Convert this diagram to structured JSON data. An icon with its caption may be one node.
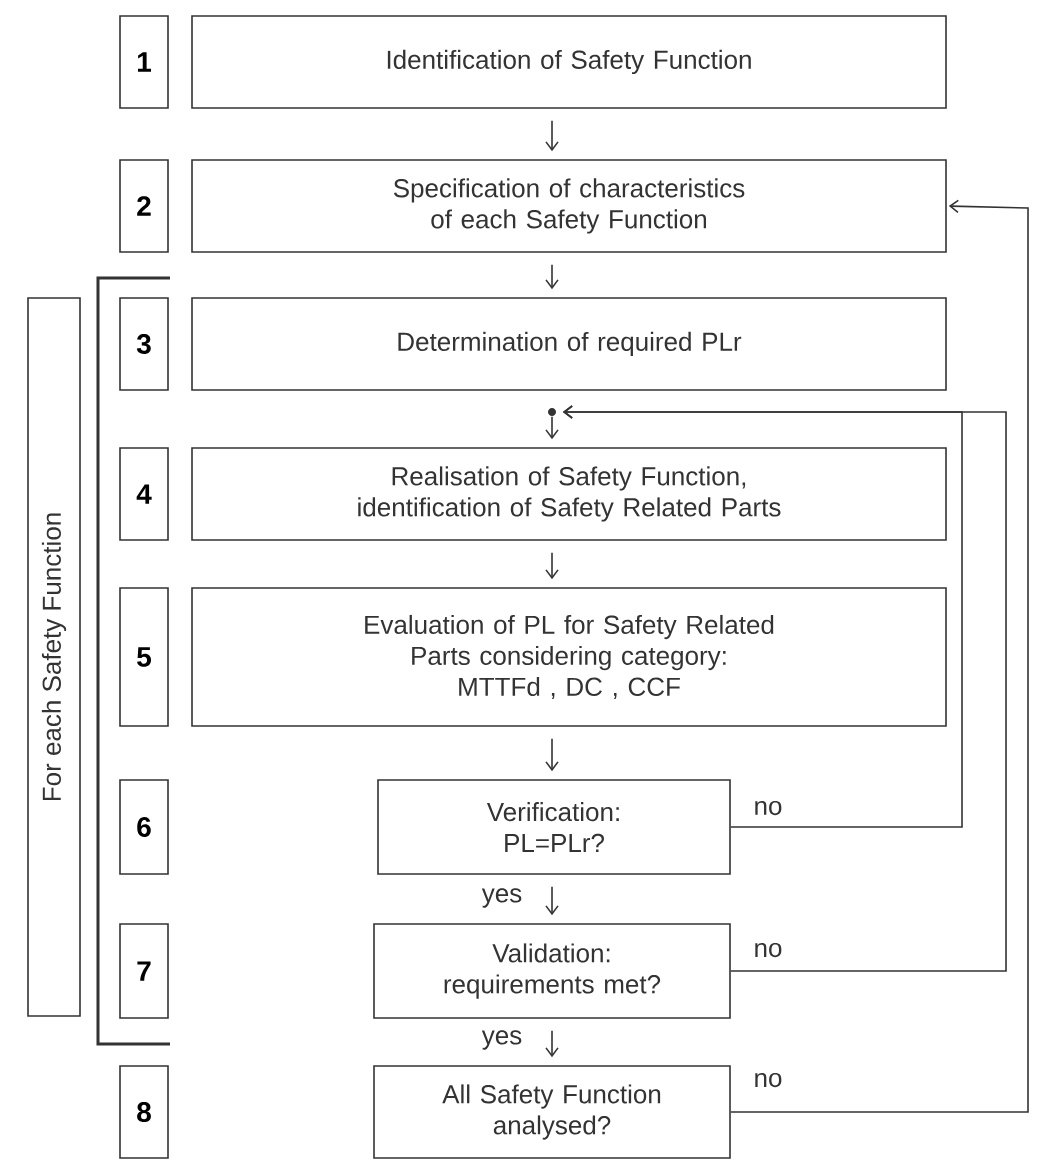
{
  "diagram": {
    "nodes": [
      {
        "text": [
          "1"
        ]
      },
      {
        "text": [
          "Identification of Safety Function"
        ]
      },
      {
        "text": [
          "2"
        ]
      },
      {
        "text": [
          "Specification of characteristics of each Safety Function"
        ]
      },
      {
        "text": [
          "For each Safety Function"
        ]
      },
      {
        "text": [
          "3"
        ]
      },
      {
        "text": [
          "Determination of required PLr"
        ]
      },
      {
        "text": [],
        "shape": "circle"
      },
      {
        "text": [
          "4"
        ]
      },
      {
        "text": [
          "Realisation of Safety Function, identification of Safety Related Parts"
        ]
      },
      {
        "text": [
          "5"
        ]
      },
      {
        "text": [
          "Evaluation of PL for Safety Related Parts considering category:",
          "MTTFd , DC , CCF"
        ]
      },
      {
        "text": [
          "6"
        ]
      },
      {
        "text": [
          "Verification: PL=PLr?"
        ]
      },
      {
        "text": [
          "7"
        ]
      },
      {
        "text": [
          "Validation: requirements met?"
        ]
      },
      {
        "text": [
          "8"
        ]
      },
      {
        "text": [
          "All Safety Function analysed?"
        ]
      }
    ],
    "edges": [
      {
        "from": 1,
        "to": 3,
        "arrow": "to"
      },
      {
        "from": 3,
        "to": 6,
        "arrow": "to"
      },
      {
        "from": 7,
        "to": 9,
        "arrow": "to"
      },
      {
        "from": 9,
        "to": 11,
        "arrow": "to"
      },
      {
        "from": 11,
        "to": 13,
        "arrow": "to"
      },
      {
        "from": 13,
        "to": 15,
        "arrow": "to",
        "label": "yes"
      },
      {
        "from": 15,
        "to": 17,
        "arrow": "to",
        "label": "yes"
      },
      {
        "from": 13,
        "to": 7,
        "arrow": "to",
        "label": "no"
      },
      {
        "from": 15,
        "to": 7,
        "arrow": "to",
        "label": "no"
      },
      {
        "from": 17,
        "to": 3,
        "arrow": "to",
        "label": "no"
      }
    ]
  }
}
